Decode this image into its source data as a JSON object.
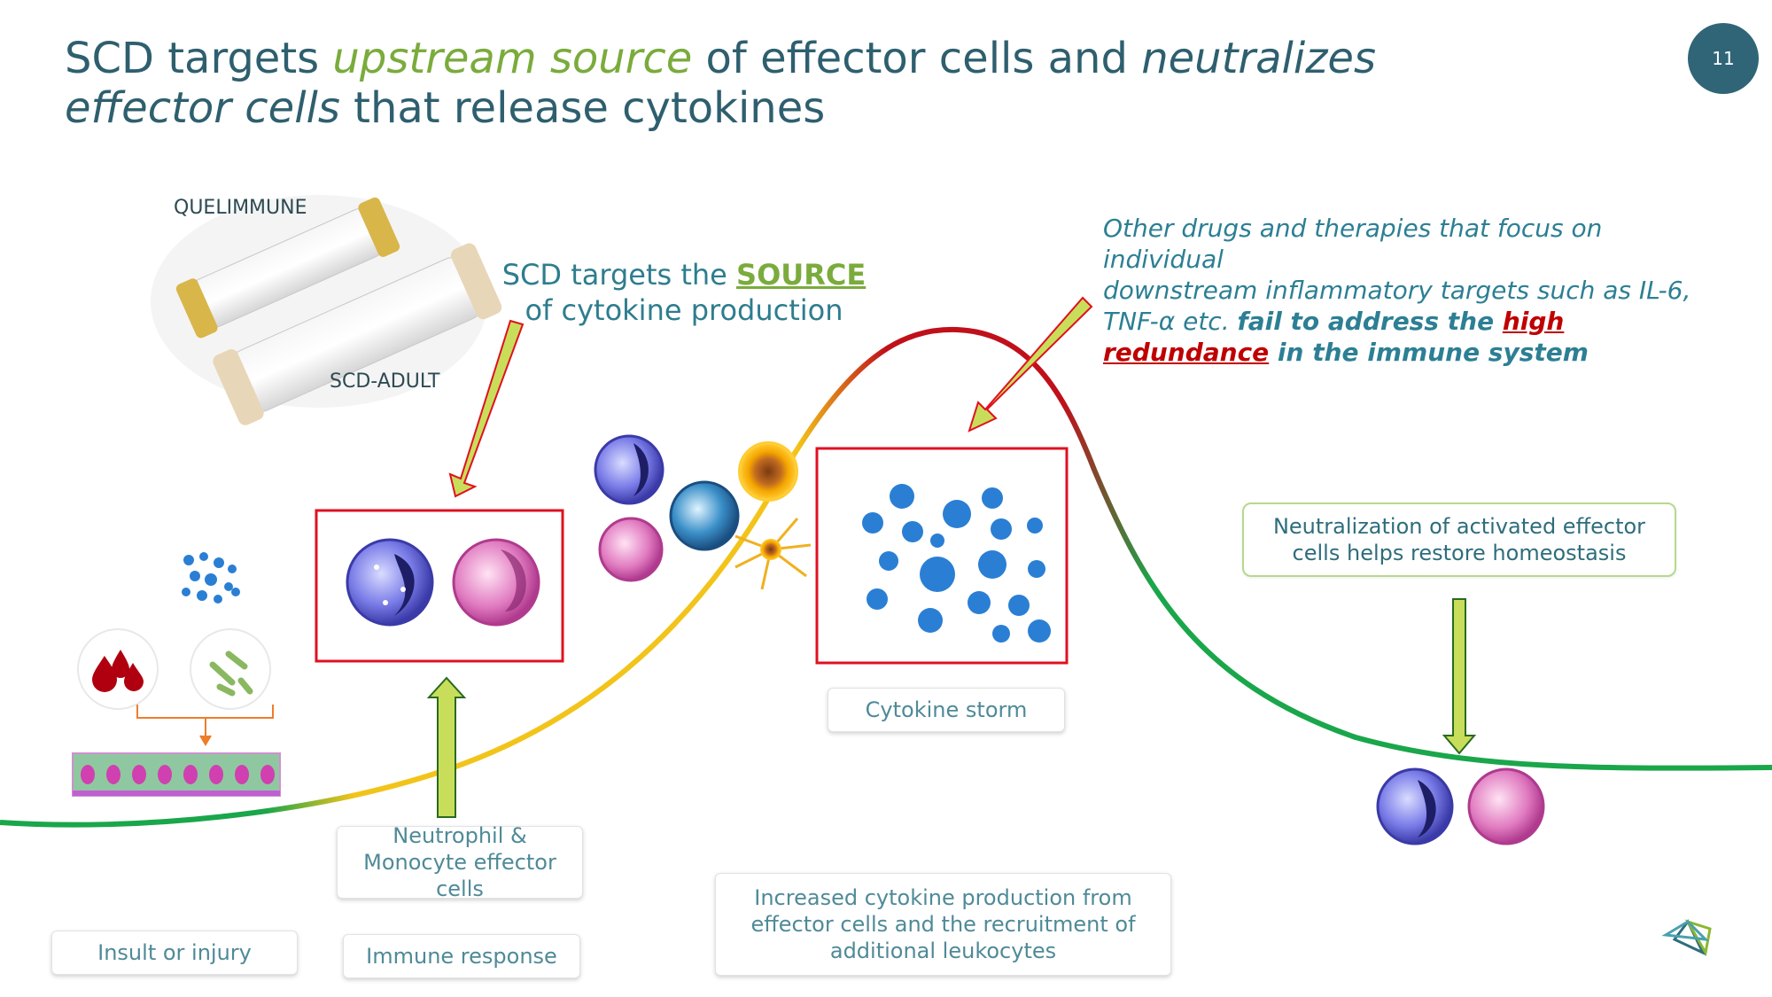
{
  "title": {
    "part1": "SCD targets ",
    "part2": "upstream source",
    "part3": " of effector cells and ",
    "part4": "neutralizes",
    "part5": "effector cells",
    "part6": " that release cytokines"
  },
  "page_number": "11",
  "product": {
    "label_top": "QUELIMMUNE",
    "label_bottom": "SCD-ADULT"
  },
  "scd_source": {
    "line1_pre": "SCD targets the ",
    "line1_key": "SOURCE",
    "line2": "of cytokine production"
  },
  "other_drugs": {
    "line1": "Other drugs and therapies that focus on individual",
    "line2": "downstream inflammatory targets such as IL-6,",
    "line3a": "TNF-",
    "line3_alpha": "α",
    "line3b": "  etc. ",
    "line3_bold": "fail to address the ",
    "line3_red": "high",
    "line4_red": "redundance",
    "line4_bold": " in the immune system"
  },
  "boxes": {
    "neutralization": "Neutralization of activated effector cells helps restore homeostasis",
    "cytokine_storm": "Cytokine storm",
    "neutrophil": "Neutrophil & Monocyte effector cells",
    "increased": "Increased cytokine production from effector cells and the recruitment of additional leukocytes",
    "insult": "Insult or injury",
    "immune": "Immune response"
  },
  "colors": {
    "title": "#2e5f6e",
    "accent_green": "#7aab3c",
    "red": "#c00000",
    "curve_green": "#1aa64a",
    "curve_yellow": "#f2c41a",
    "curve_red": "#c0101a",
    "arrow_fill": "#c8de5a"
  }
}
